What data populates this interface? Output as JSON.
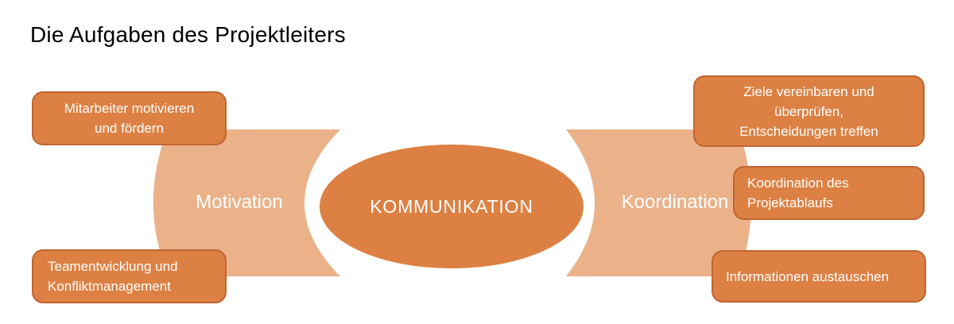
{
  "title": "Die Aufgaben des Projektleiters",
  "colors": {
    "bg": "#FFFFFF",
    "title_color": "#000000",
    "accent": "#DC8143",
    "accent_border": "#C06432",
    "band": "#EBB28A",
    "text_on_accent": "#FFFFFF"
  },
  "center": {
    "label": "KOMMUNIKATION"
  },
  "left_group": {
    "label": "Motivation",
    "boxes": [
      {
        "text": "Mitarbeiter motivieren\nund fördern"
      },
      {
        "text": "Teamentwicklung und\nKonfliktmanagement"
      }
    ]
  },
  "right_group": {
    "label": "Koordination",
    "boxes": [
      {
        "text": "Ziele vereinbaren und\nüberprüfen,\nEntscheidungen treffen"
      },
      {
        "text": "Koordination des\nProjektablaufs"
      },
      {
        "text": "Informationen austauschen"
      }
    ]
  }
}
